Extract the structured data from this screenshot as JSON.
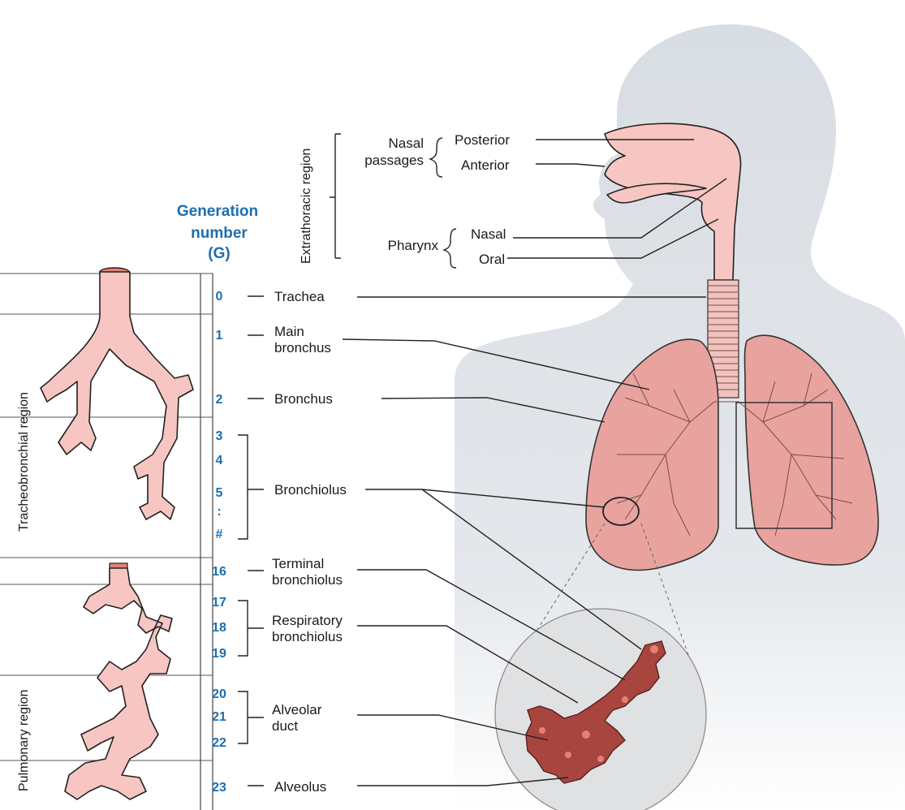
{
  "header": {
    "generation": "Generation",
    "number": "number",
    "g": "(G)"
  },
  "regions": {
    "extrathoracic": "Extrathoracic region",
    "tracheobronchial": "Tracheobronchial region",
    "pulmonary": "Pulmonary region"
  },
  "upper_airway": {
    "nasal_passages_1": "Nasal",
    "nasal_passages_2": "passages",
    "posterior": "Posterior",
    "anterior": "Anterior",
    "pharynx": "Pharynx",
    "nasal": "Nasal",
    "oral": "Oral"
  },
  "generations": [
    "0",
    "1",
    "2",
    "3",
    "4",
    "5",
    ":",
    "#",
    "16",
    "17",
    "18",
    "19",
    "20",
    "21",
    "22",
    "23"
  ],
  "structures": {
    "trachea": "Trachea",
    "main_bronchus_1": "Main",
    "main_bronchus_2": "bronchus",
    "bronchus": "Bronchus",
    "bronchiolus": "Bronchiolus",
    "terminal_1": "Terminal",
    "terminal_2": "bronchiolus",
    "respiratory_1": "Respiratory",
    "respiratory_2": "bronchiolus",
    "alveolar_1": "Alveolar",
    "alveolar_2": "duct",
    "alveolus": "Alveolus"
  },
  "colors": {
    "silhouette": "#dde1e6",
    "airway": "#f7c6c2",
    "lung": "#e8a39f",
    "alveoli": "#a9453f",
    "accent": "#1c6fb0"
  }
}
